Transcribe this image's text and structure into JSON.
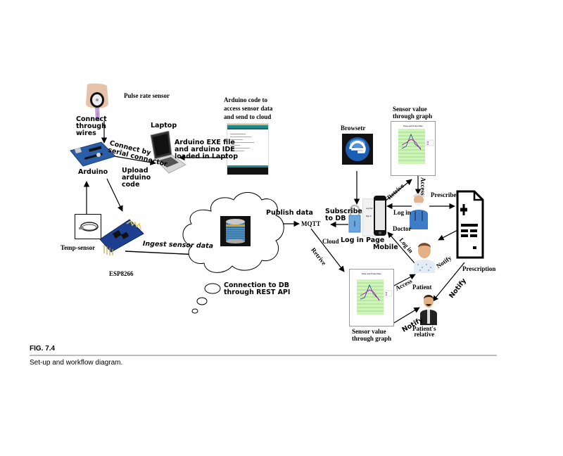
{
  "figure": {
    "label": "FIG. 7.4",
    "caption": "Set-up and workflow diagram."
  },
  "nodes": {
    "pulse_sensor": "Pulse rate sensor",
    "arduino": "Arduino",
    "laptop": "Laptop",
    "arduino_code": [
      "Arduino code to",
      "access sensor data",
      "and send to cloud"
    ],
    "temp_sensor": "Temp-sensor",
    "esp8266": "ESP8266",
    "db_connection": [
      "Connection to DB",
      "through REST API"
    ],
    "mqtt": "MQTT",
    "browser": "Browsetr",
    "sensor_graph_top": [
      "Sensor value",
      "through graph"
    ],
    "sensor_graph_bottom": [
      "Sensor value",
      "through graph"
    ],
    "login_page": "Log in Page",
    "mobile": "Mobile",
    "doctor": "Doctor",
    "prescription": "Prescription",
    "patient": "Patient",
    "patient_relative": [
      "Patient's",
      "relative"
    ],
    "cloud": "Cloud",
    "login_page_screen": [
      "Log Pad",
      "Sign In"
    ]
  },
  "edges": {
    "connect_wires": [
      "Connect",
      "through",
      "wires"
    ],
    "serial_connector": [
      "Connect by",
      "serial connector"
    ],
    "upload_code": [
      "Upload",
      "arduino",
      "code"
    ],
    "exe_ide": [
      "Arduino EXE file",
      "and arduino IDE",
      "loaded in Laptop"
    ],
    "ingest": "Ingest sensor data",
    "publish": "Publish data",
    "subscribe": [
      "Subscribe",
      "to DB"
    ],
    "retrive_top": "Retrive",
    "access_top": "Access",
    "prescribe": "Prescribe",
    "login_doctor": "Log in",
    "login_patient": "Log in",
    "notify_patient": "Notify",
    "retrive_bottom": "Retrive",
    "access_bottom": "Access",
    "notify_relative_prescription": "Notify",
    "notify_relative_graph": "Notify"
  },
  "mini_chart": {
    "title": "Date and Pulse Rate",
    "legend": [
      "SpO2",
      "Rate"
    ],
    "colors": {
      "series1": "#1f3a93",
      "series2": "#c000c0",
      "plot_bg": "#cdf5b8",
      "grid": "#6aa84f"
    }
  },
  "colors": {
    "esp_board": "#1d3f8f",
    "arduino_board": "#2a5fa8",
    "db_stripes": "#2c6fa3",
    "db_band": "#d8a21e",
    "browser_blue": "#1b5fb4",
    "lock_blue": "#6aa6de",
    "scrub_blue": "#3d7cc9",
    "ide_teal": "#1f8a8a"
  }
}
